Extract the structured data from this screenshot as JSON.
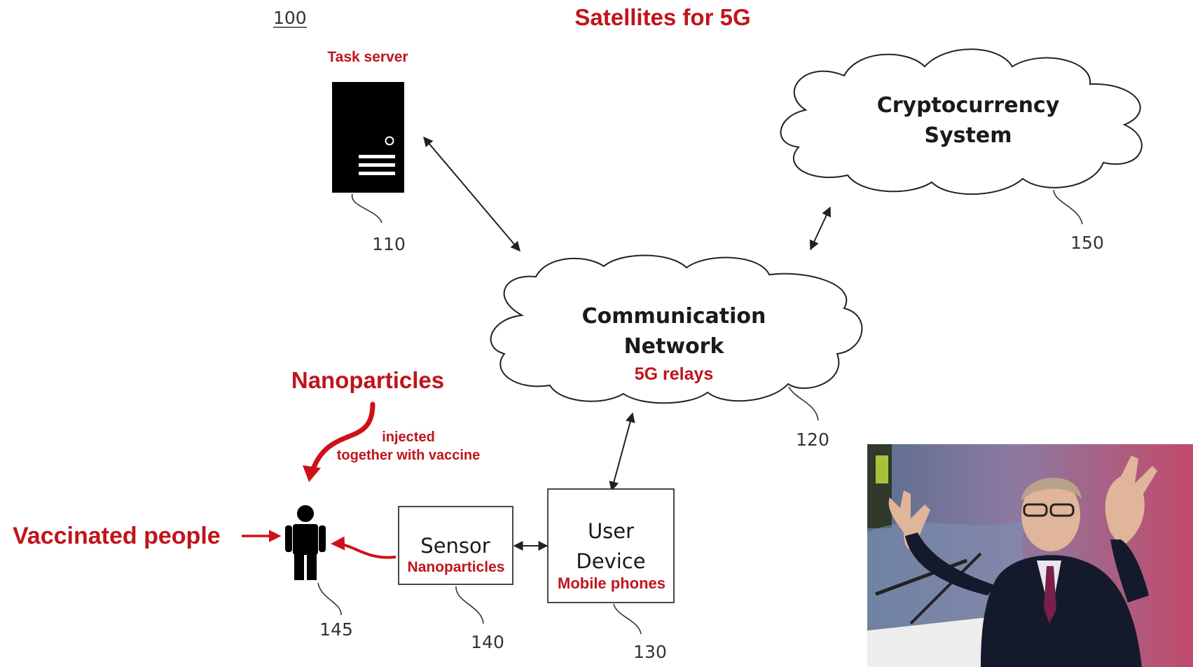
{
  "figure": {
    "ref_number": "100",
    "title": "Satellites for 5G",
    "colors": {
      "annotation_red": "#c0141c",
      "line": "#222222"
    }
  },
  "nodes": {
    "task_server": {
      "label": "Task server",
      "ref": "110",
      "icon": "server-tower-icon"
    },
    "crypto": {
      "line1": "Cryptocurrency",
      "line2": "System",
      "ref": "150"
    },
    "network": {
      "line1": "Communication",
      "line2": "Network",
      "annotation": "5G relays",
      "ref": "120"
    },
    "user_device": {
      "line1": "User",
      "line2": "Device",
      "annotation": "Mobile phones",
      "ref": "130"
    },
    "sensor": {
      "line1": "Sensor",
      "annotation": "Nanoparticles",
      "ref": "140"
    },
    "person": {
      "label": "Vaccinated people",
      "ref": "145",
      "icon": "person-icon"
    }
  },
  "annotations": {
    "nanoparticles": "Nanoparticles",
    "injected_line1": "injected",
    "injected_line2": "together with vaccine"
  },
  "photo": {
    "icon": "speaker-photo-icon"
  }
}
